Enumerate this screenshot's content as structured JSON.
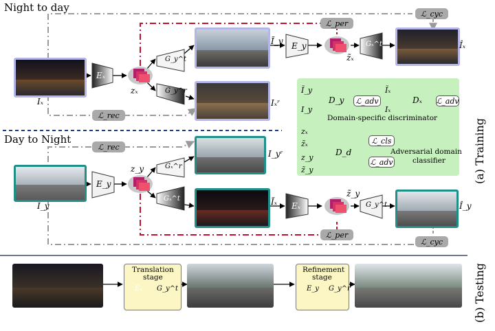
{
  "sections": {
    "night_to_day": "Night to day",
    "day_to_night": "Day to Night",
    "training": "(a) Training",
    "testing": "(b) Testing"
  },
  "encoders": {
    "ex": "Eₓ",
    "ey": "E_y",
    "dy": "D_y",
    "dx": "Dₓ",
    "dd": "D_d"
  },
  "generators": {
    "gyt": "G_y^t",
    "gyr": "G_y^r",
    "gxt": "Gₓ^t",
    "gxr": "Gₓ^r"
  },
  "vars": {
    "ix": "Iₓ",
    "iy": "I_y",
    "zx": "zₓ",
    "zy": "z_y",
    "zx_tilde": "z̃ₓ",
    "zy_tilde": "z̃_y",
    "iy_tilde": "Ĩ_y",
    "ix_tilde": "Ĩₓ",
    "ix_hat": "Îₓ",
    "iy_hat": "Î_y",
    "ixr": "Iₓʳ",
    "iyr": "I_yʳ",
    "disc_in_y1": "Ĩ_y",
    "disc_in_y2": "I_y",
    "disc_in_x1": "Ĩₓ",
    "disc_in_x2": "Iₓ",
    "dd_in1": "zₓ",
    "dd_in2": "z̃ₓ",
    "dd_in3": "z_y",
    "dd_in4": "z̃_y"
  },
  "losses": {
    "cyc_top": "ℒ_cyc",
    "per_top": "ℒ_per",
    "rec_top": "ℒ_rec",
    "rec_bottom": "ℒ_rec",
    "per_bottom": "ℒ_per",
    "cyc_bottom": "ℒ_cyc",
    "adv_dy": "ℒ_adv",
    "adv_dx": "ℒ_adv",
    "cls": "ℒ_cls",
    "adv_dd": "ℒ_adv"
  },
  "discriminator": {
    "domain_specific": "Domain-specific discriminator",
    "adversarial_line1": "Adversarial domain",
    "adversarial_line2": "classifier"
  },
  "testing": {
    "translation_line1": "Translation",
    "translation_line2": "stage",
    "refinement_line1": "Refinement",
    "refinement_line2": "stage",
    "t_ex": "Eₓ",
    "t_gyt": "G_y^t",
    "r_ey": "E_y",
    "r_gyr": "G_y^r"
  },
  "colors": {
    "lavender_frame": "#b3b6e6",
    "teal_frame": "#1f8f8a",
    "red_dashed": "#c0102a",
    "gray_dashed": "#9a9a9a",
    "blue_divider": "#1e3a8a",
    "green_panel": "#c6f0bd",
    "discriminator_pink": "#f0607a",
    "stage_yellow": "#fbf6c3"
  }
}
